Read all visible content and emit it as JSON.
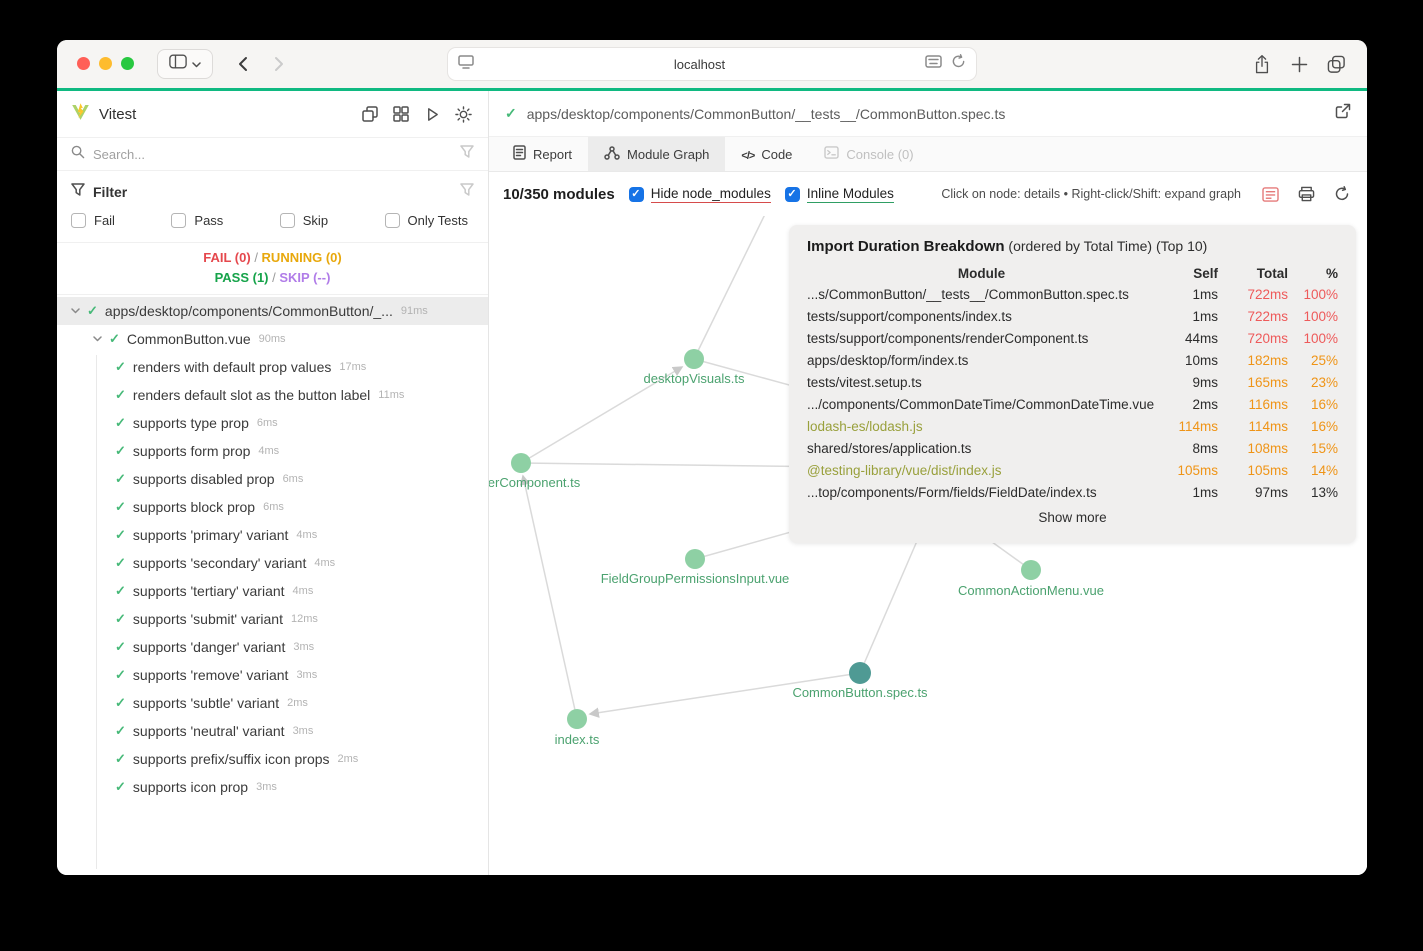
{
  "browser": {
    "url": "localhost"
  },
  "colors": {
    "accent_green": "#10b981",
    "fail_red": "#e5484d",
    "running_yellow": "#e8a80c",
    "pass_green": "#16a34a",
    "skip_purple": "#b07ce8",
    "node_green": "#8ed0a4",
    "node_dark_teal": "#4f9a94",
    "table_red": "#ee5a5a",
    "table_orange": "#ef9416",
    "node_modules_olive": "#99a03c"
  },
  "sidebar": {
    "app_title": "Vitest",
    "search_placeholder": "Search...",
    "filter": {
      "label": "Filter",
      "items": [
        "Fail",
        "Pass",
        "Skip",
        "Only Tests"
      ]
    },
    "status": {
      "fail": "FAIL (0)",
      "running": "RUNNING (0)",
      "pass": "PASS (1)",
      "skip": "SKIP (--)",
      "sep": " / "
    },
    "tree": {
      "root": {
        "label": "apps/desktop/components/CommonButton/_...",
        "duration": "91ms"
      },
      "suite": {
        "label": "CommonButton.vue",
        "duration": "90ms"
      },
      "tests": [
        {
          "label": "renders with default prop values",
          "duration": "17ms"
        },
        {
          "label": "renders default slot as the button label",
          "duration": "11ms"
        },
        {
          "label": "supports type prop",
          "duration": "6ms"
        },
        {
          "label": "supports form prop",
          "duration": "4ms"
        },
        {
          "label": "supports disabled prop",
          "duration": "6ms"
        },
        {
          "label": "supports block prop",
          "duration": "6ms"
        },
        {
          "label": "supports 'primary' variant",
          "duration": "4ms"
        },
        {
          "label": "supports 'secondary' variant",
          "duration": "4ms"
        },
        {
          "label": "supports 'tertiary' variant",
          "duration": "4ms"
        },
        {
          "label": "supports 'submit' variant",
          "duration": "12ms"
        },
        {
          "label": "supports 'danger' variant",
          "duration": "3ms"
        },
        {
          "label": "supports 'remove' variant",
          "duration": "3ms"
        },
        {
          "label": "supports 'subtle' variant",
          "duration": "2ms"
        },
        {
          "label": "supports 'neutral' variant",
          "duration": "3ms"
        },
        {
          "label": "supports prefix/suffix icon props",
          "duration": "2ms"
        },
        {
          "label": "supports icon prop",
          "duration": "3ms"
        }
      ]
    }
  },
  "main": {
    "file_path": "apps/desktop/components/CommonButton/__tests__/CommonButton.spec.ts",
    "tabs": [
      {
        "label": "Report"
      },
      {
        "label": "Module Graph"
      },
      {
        "label": "Code"
      },
      {
        "label": "Console (0)"
      }
    ],
    "toolbar": {
      "modules_count": "10/350 modules",
      "hide_node_modules": "Hide node_modules",
      "inline_modules": "Inline Modules",
      "hint": "Click on node: details • Right-click/Shift: expand graph"
    },
    "graph": {
      "nodes": [
        {
          "label": "desktopVisuals.ts"
        },
        {
          "label": "renderComponent.ts"
        },
        {
          "label": "FieldGroupPermissionsInput.vue"
        },
        {
          "label": "CommonActionMenu.vue"
        },
        {
          "label": "CommonButton.spec.ts"
        },
        {
          "label": "index.ts"
        }
      ]
    },
    "breakdown": {
      "title": "Import Duration Breakdown",
      "subtitle": " (ordered by Total Time) (Top 10)",
      "columns": {
        "module": "Module",
        "self": "Self",
        "total": "Total",
        "pct": "%"
      },
      "rows": [
        {
          "module": "...s/CommonButton/__tests__/CommonButton.spec.ts",
          "self": "1ms",
          "total": "722ms",
          "pct": "100%"
        },
        {
          "module": "tests/support/components/index.ts",
          "self": "1ms",
          "total": "722ms",
          "pct": "100%"
        },
        {
          "module": "tests/support/components/renderComponent.ts",
          "self": "44ms",
          "total": "720ms",
          "pct": "100%"
        },
        {
          "module": "apps/desktop/form/index.ts",
          "self": "10ms",
          "total": "182ms",
          "pct": "25%"
        },
        {
          "module": "tests/vitest.setup.ts",
          "self": "9ms",
          "total": "165ms",
          "pct": "23%"
        },
        {
          "module": ".../components/CommonDateTime/CommonDateTime.vue",
          "self": "2ms",
          "total": "116ms",
          "pct": "16%"
        },
        {
          "module": "lodash-es/lodash.js",
          "self": "114ms",
          "total": "114ms",
          "pct": "16%"
        },
        {
          "module": "shared/stores/application.ts",
          "self": "8ms",
          "total": "108ms",
          "pct": "15%"
        },
        {
          "module": "@testing-library/vue/dist/index.js",
          "self": "105ms",
          "total": "105ms",
          "pct": "14%"
        },
        {
          "module": "...top/components/Form/fields/FieldDate/index.ts",
          "self": "1ms",
          "total": "97ms",
          "pct": "13%"
        }
      ],
      "show_more": "Show more"
    }
  }
}
